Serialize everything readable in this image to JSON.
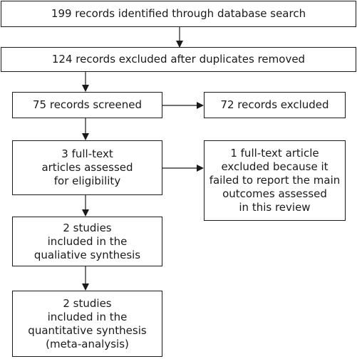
{
  "flow": {
    "identified": "199 records identified through database search",
    "after_duplicates": "124 records excluded after duplicates removed",
    "screened": "75 records screened",
    "excluded_screen": "72 records excluded",
    "fulltext_assessed": "3 full-text\narticles assessed\nfor eligibility",
    "fulltext_excluded": "1 full-text article\nexcluded because it\nfailed to report the main\noutcomes assessed\nin this review",
    "qualitative": "2 studies\nincluded in the\nqualiative synthesis",
    "quantitative": "2 studies\nincluded in the\nquantitative synthesis\n(meta-analysis)"
  },
  "colors": {
    "stroke": "#1a1a1a",
    "background": "#ffffff"
  }
}
